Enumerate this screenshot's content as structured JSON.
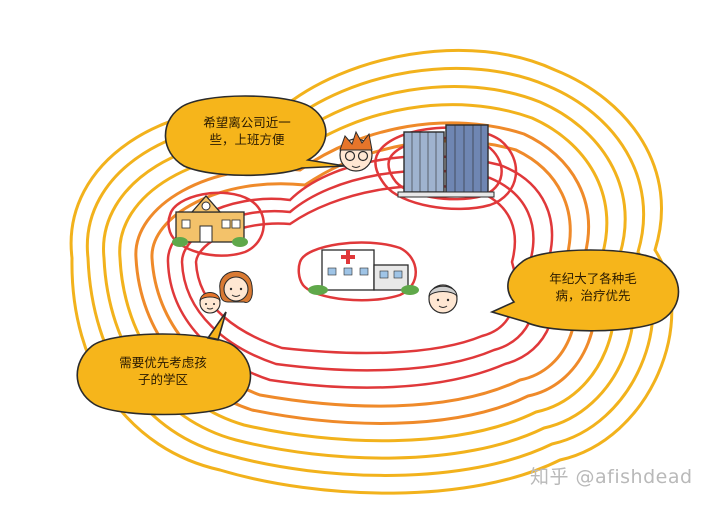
{
  "bubbles": {
    "office": {
      "line1": "希望离公司近一",
      "line2": "些，上班方便"
    },
    "elder": {
      "line1": "年纪大了各种毛",
      "line2": "病，治疗优先"
    },
    "parent": {
      "line1": "需要优先考虑孩",
      "line2": "子的学区"
    }
  },
  "watermark": "知乎 @afishdead",
  "colors": {
    "outer_contour": "#f2b21c",
    "mid_contour": "#ef8a2a",
    "inner_contour": "#e0383a",
    "bubble_fill": "#f6b51b",
    "bubble_stroke": "#2b2b2b"
  },
  "icons": {
    "office_towers": "office-buildings-icon",
    "school": "school-building-icon",
    "hospital": "hospital-building-icon",
    "office_worker": "glasses-man-icon",
    "elder": "elderly-person-icon",
    "parent": "mother-icon",
    "child": "child-icon"
  }
}
